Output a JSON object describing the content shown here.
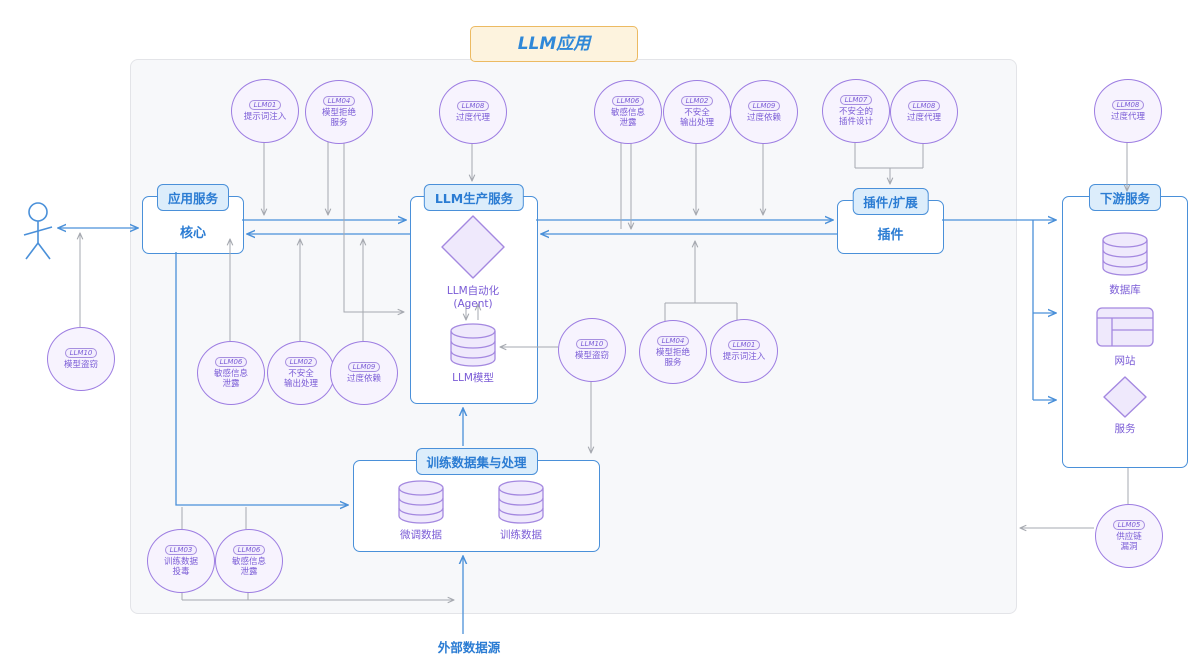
{
  "title": "LLM应用",
  "bottom_label": "外部数据源",
  "boxes": {
    "app": {
      "header": "应用服务",
      "body": "核心"
    },
    "llm": {
      "header": "LLM生产服务",
      "agent": "LLM自动化\n(Agent)",
      "model": "LLM模型"
    },
    "plugin": {
      "header": "插件/扩展",
      "body": "插件"
    },
    "downstream": {
      "header": "下游服务",
      "db": "数据库",
      "web": "网站",
      "svc": "服务"
    },
    "training": {
      "header": "训练数据集与处理",
      "finetune": "微调数据",
      "train": "训练数据"
    }
  },
  "threats": [
    {
      "id": "LLM01",
      "label": "提示词注入"
    },
    {
      "id": "LLM04",
      "label": "模型拒绝\n服务"
    },
    {
      "id": "LLM08",
      "label": "过度代理"
    },
    {
      "id": "LLM06",
      "label": "敏感信息\n泄露"
    },
    {
      "id": "LLM02",
      "label": "不安全\n输出处理"
    },
    {
      "id": "LLM09",
      "label": "过度依赖"
    },
    {
      "id": "LLM07",
      "label": "不安全的\n插件设计"
    },
    {
      "id": "LLM08",
      "label": "过度代理"
    },
    {
      "id": "LLM08",
      "label": "过度代理"
    },
    {
      "id": "LLM10",
      "label": "模型盗窃"
    },
    {
      "id": "LLM06",
      "label": "敏感信息\n泄露"
    },
    {
      "id": "LLM02",
      "label": "不安全\n输出处理"
    },
    {
      "id": "LLM09",
      "label": "过度依赖"
    },
    {
      "id": "LLM10",
      "label": "模型盗窃"
    },
    {
      "id": "LLM04",
      "label": "模型拒绝\n服务"
    },
    {
      "id": "LLM01",
      "label": "提示词注入"
    },
    {
      "id": "LLM03",
      "label": "训练数据\n投毒"
    },
    {
      "id": "LLM06",
      "label": "敏感信息\n泄露"
    },
    {
      "id": "LLM05",
      "label": "供应链\n漏洞"
    }
  ],
  "colors": {
    "accent_blue": "#4a90d9",
    "purple": "#9d7de2",
    "title_border": "#ecba62",
    "title_bg": "#fdf3de",
    "gray_wire": "#a6a9b0"
  }
}
